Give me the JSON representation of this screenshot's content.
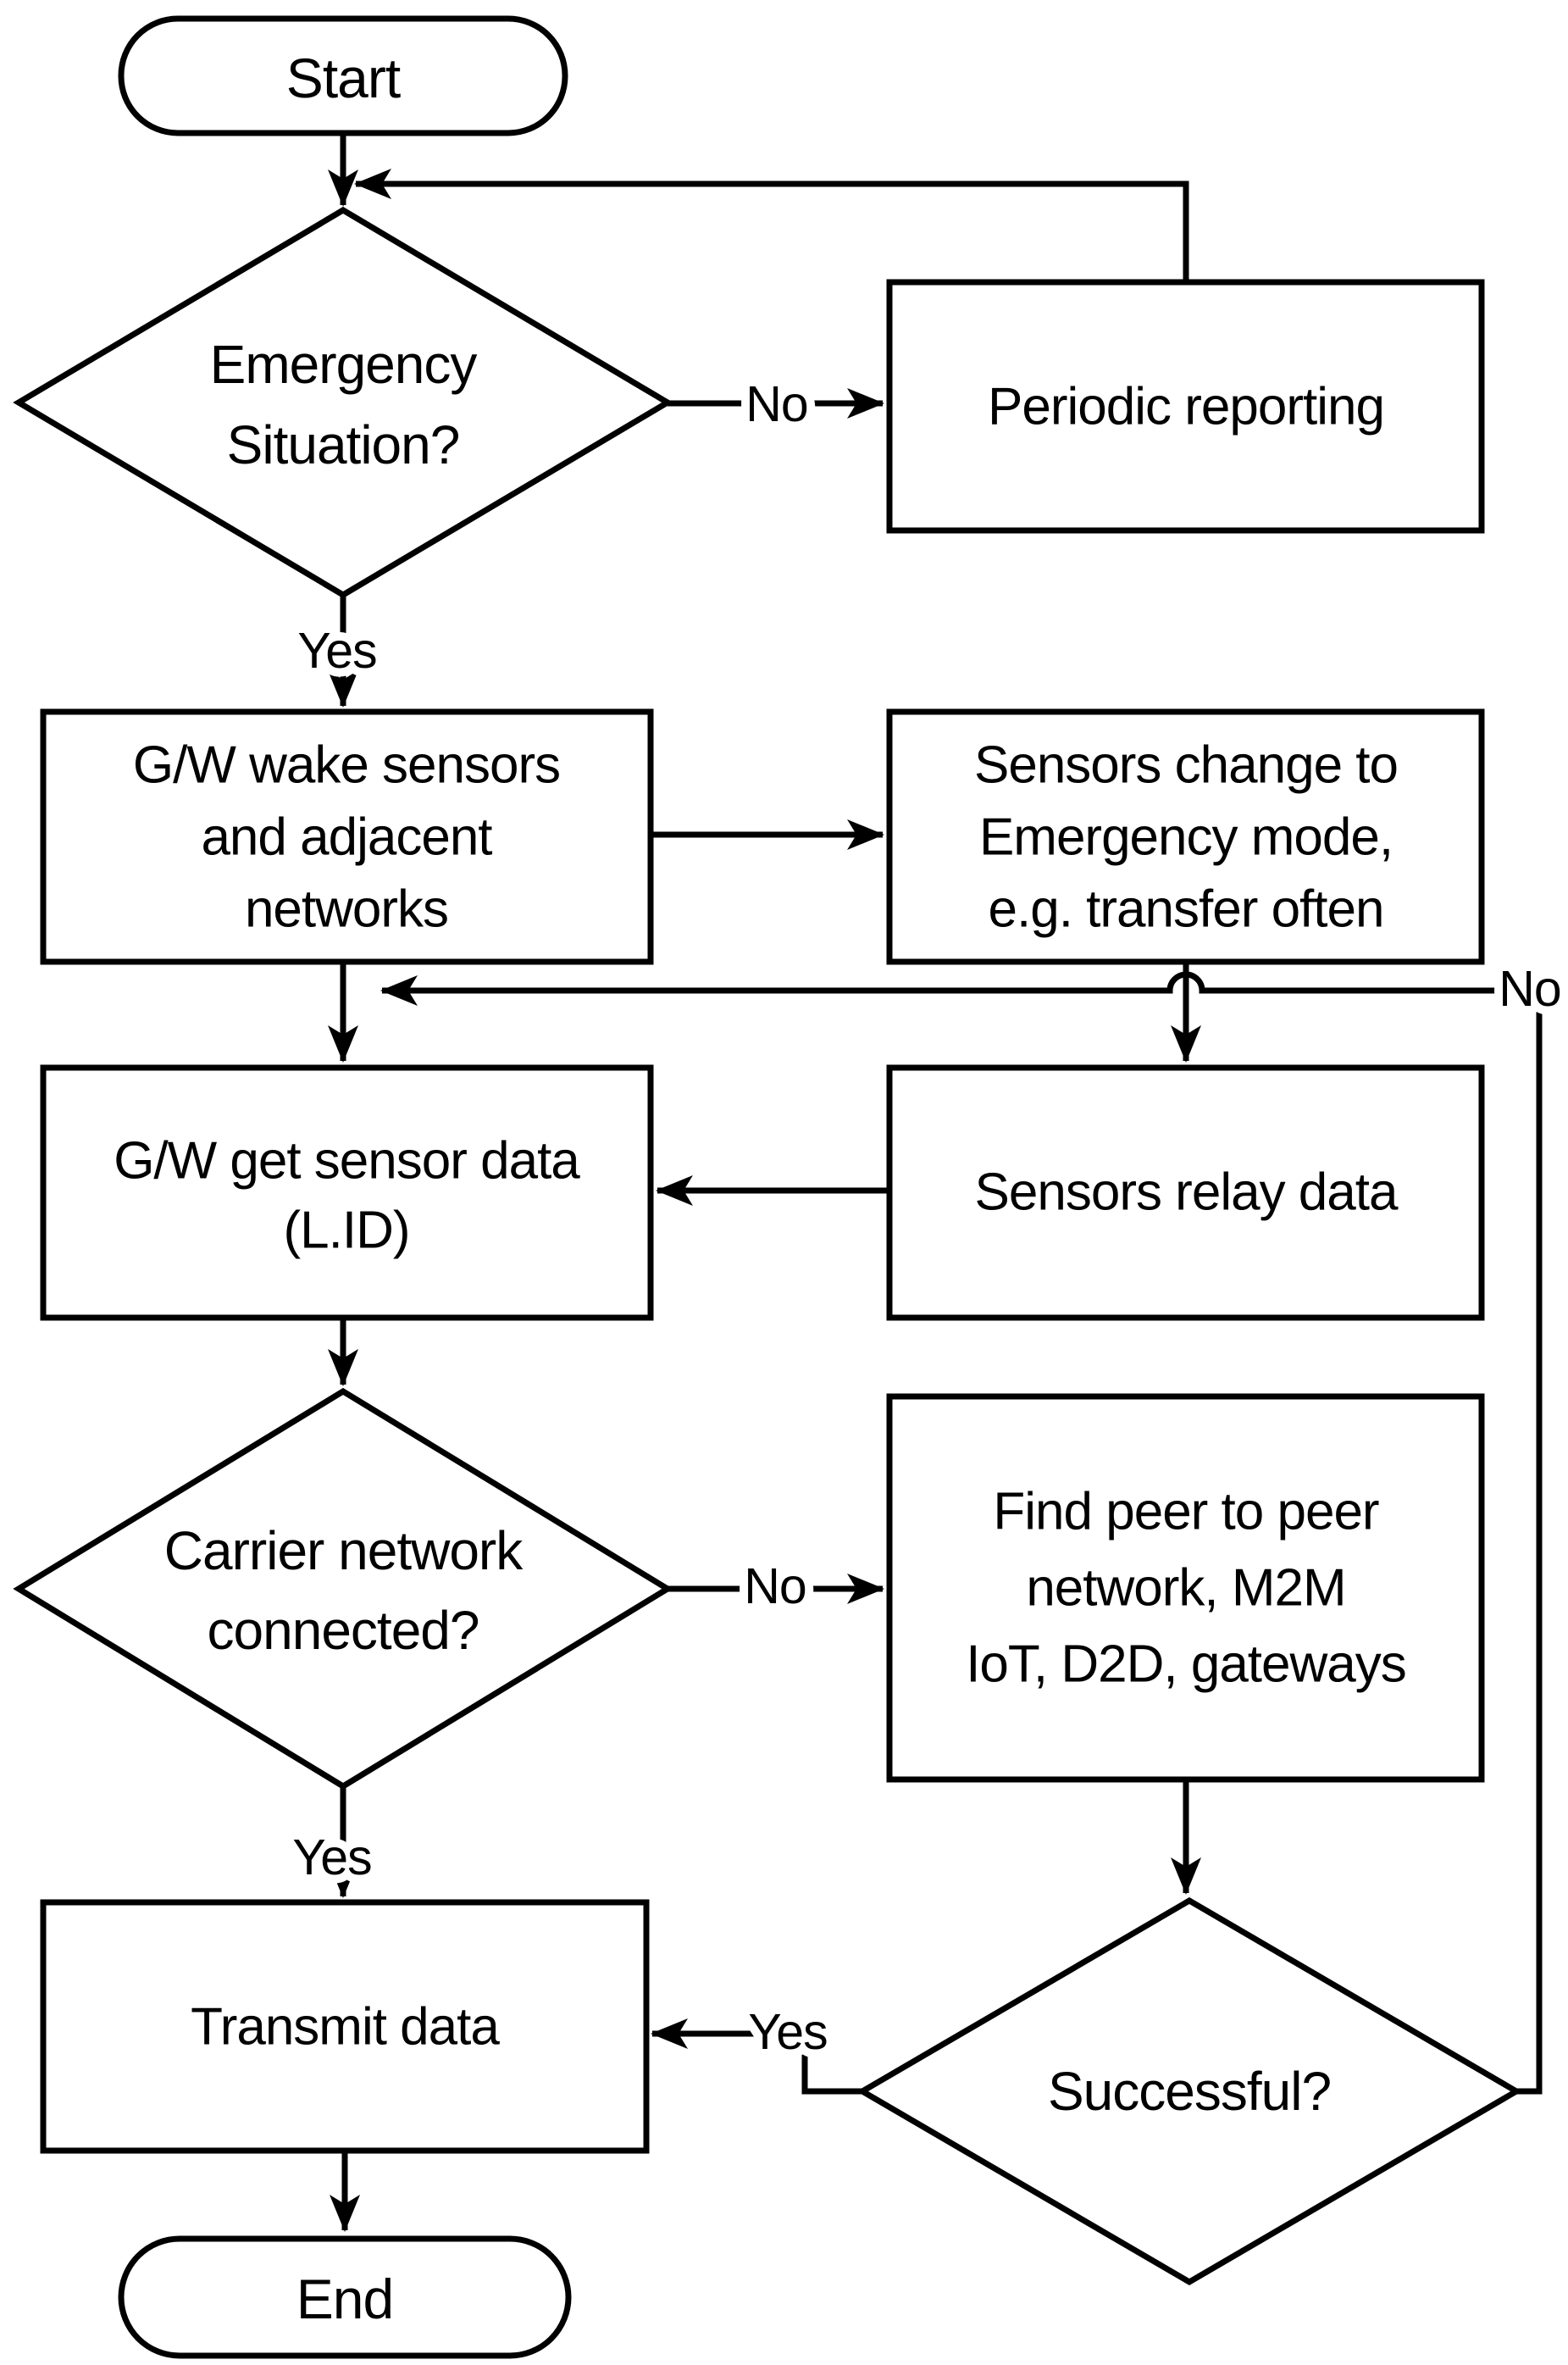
{
  "diagram": {
    "nodes": {
      "start": {
        "label": "Start"
      },
      "emergency": {
        "lines": [
          "Emergency",
          "Situation?"
        ]
      },
      "periodic": {
        "label": "Periodic reporting"
      },
      "gw_wake": {
        "lines": [
          "G/W wake sensors",
          "and adjacent",
          "networks"
        ]
      },
      "sensors_change": {
        "lines": [
          "Sensors change to",
          "Emergency mode,",
          "e.g. transfer often"
        ]
      },
      "gw_get": {
        "lines": [
          "G/W get sensor data",
          "(L.ID)"
        ]
      },
      "sensors_relay": {
        "label": "Sensors relay data"
      },
      "carrier": {
        "lines": [
          "Carrier network",
          "connected?"
        ]
      },
      "find_peer": {
        "lines": [
          "Find peer to peer",
          "network, M2M",
          "IoT, D2D, gateways"
        ]
      },
      "transmit": {
        "label": "Transmit data"
      },
      "successful": {
        "label": "Successful?"
      },
      "end": {
        "label": "End"
      }
    },
    "edge_labels": {
      "emergency_no": "No",
      "emergency_yes": "Yes",
      "retry_no": "No",
      "carrier_no": "No",
      "carrier_yes": "Yes",
      "successful_yes": "Yes"
    },
    "colors": {
      "stroke": "#000000",
      "shape_fill": "#ffffff",
      "background": "#ffffff"
    }
  }
}
